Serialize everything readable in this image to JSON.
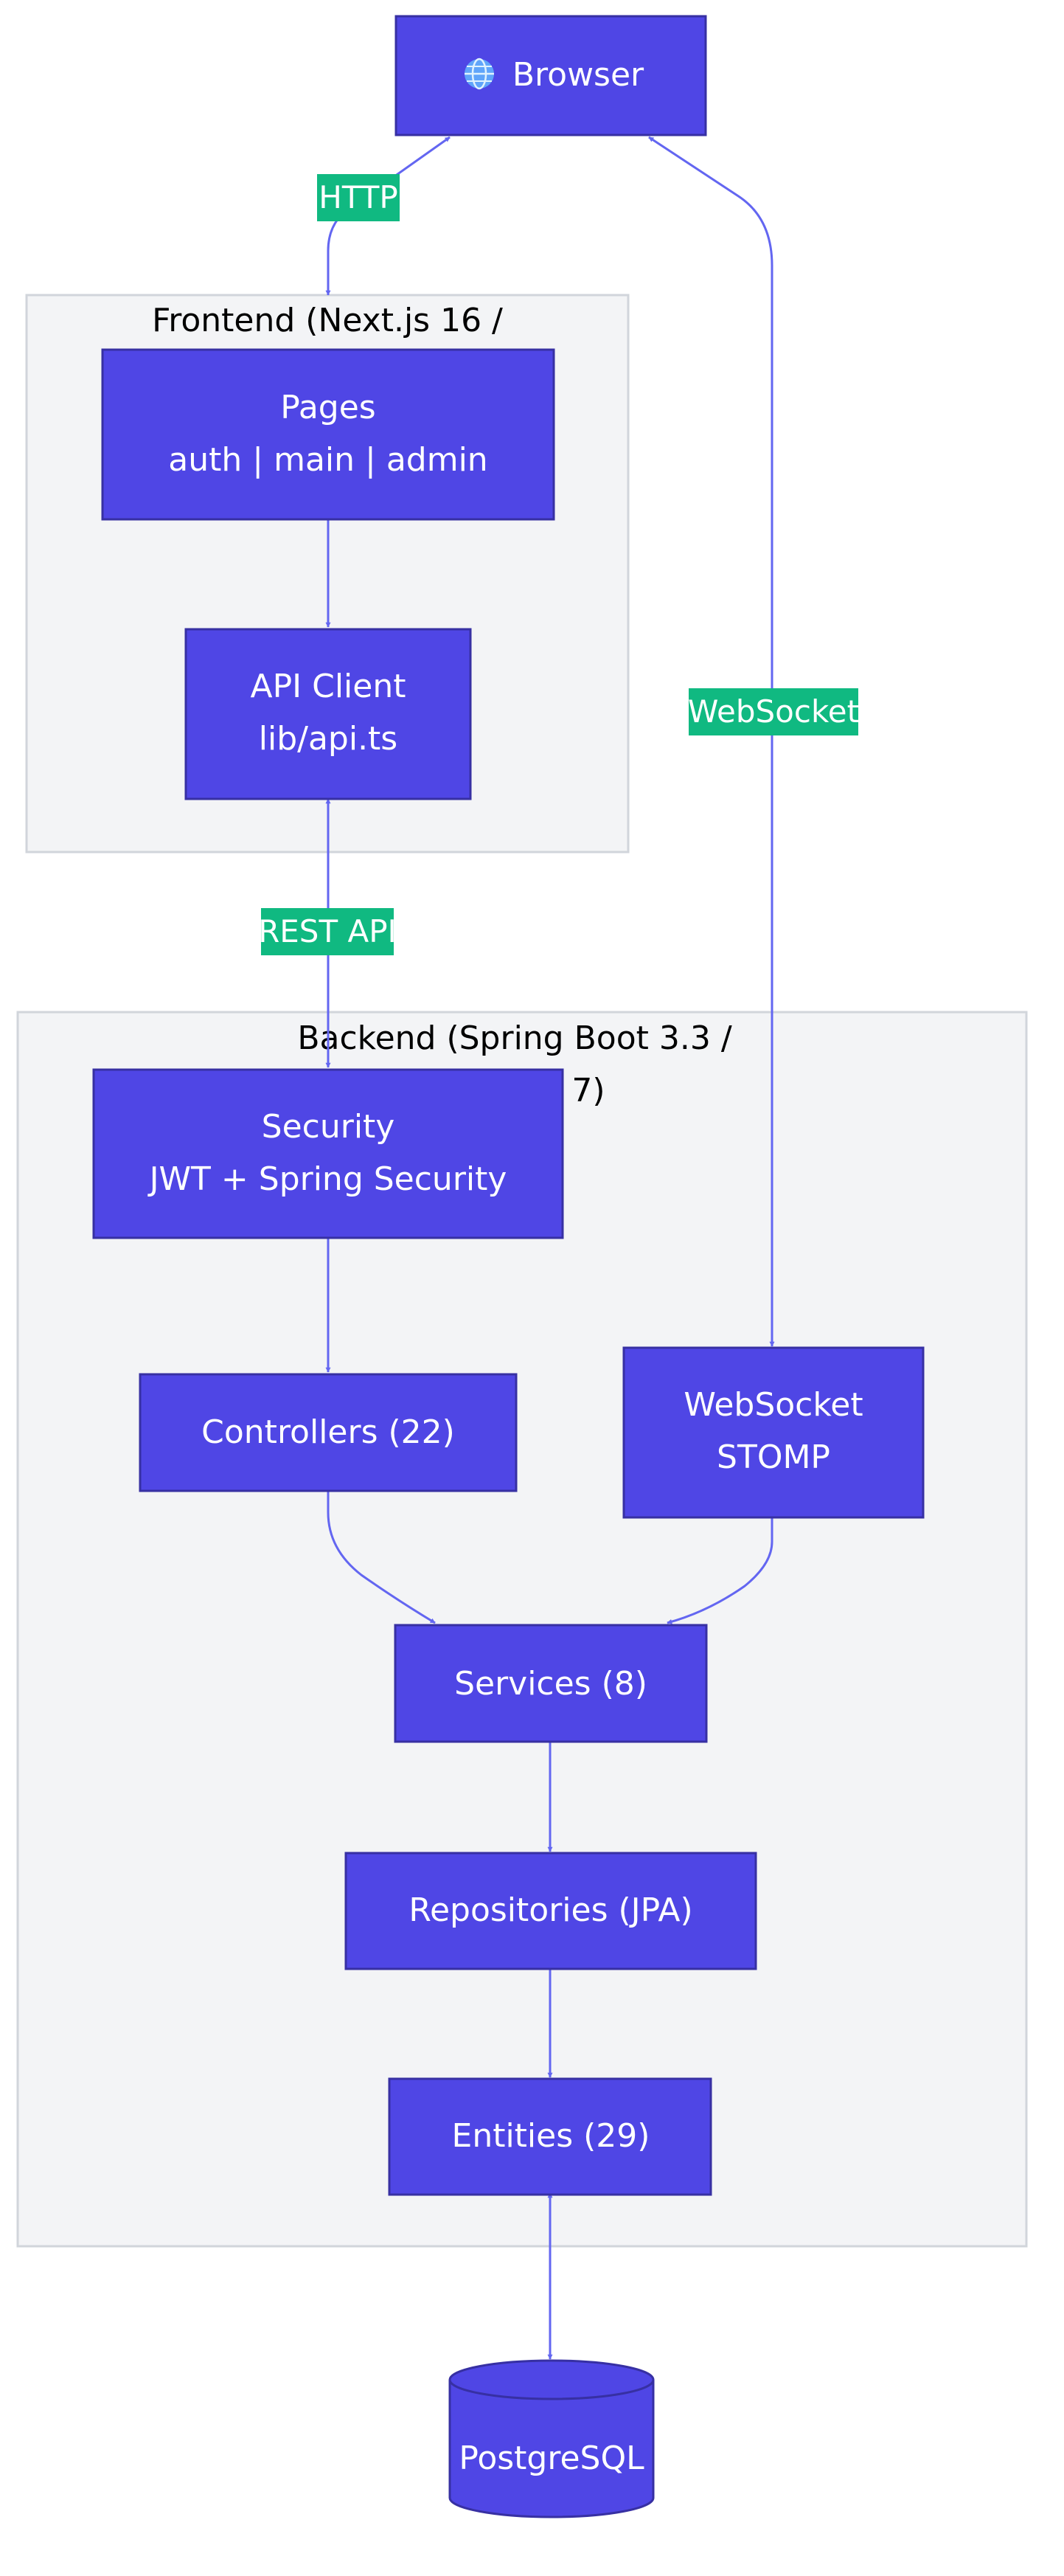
{
  "nodes": {
    "browser": {
      "label": "Browser",
      "icon": "globe-icon"
    },
    "pages": {
      "lines": [
        "Pages",
        "auth | main | admin"
      ]
    },
    "api_client": {
      "lines": [
        "API Client",
        "lib/api.ts"
      ]
    },
    "security": {
      "lines": [
        "Security",
        "JWT + Spring Security"
      ]
    },
    "controllers": {
      "label": "Controllers (22)"
    },
    "websocket": {
      "lines": [
        "WebSocket",
        "STOMP"
      ]
    },
    "services": {
      "label": "Services (8)"
    },
    "repositories": {
      "label": "Repositories (JPA)"
    },
    "entities": {
      "label": "Entities (29)"
    },
    "postgres": {
      "label": "PostgreSQL"
    }
  },
  "clusters": {
    "frontend": {
      "title": "Frontend (Next.js 16 /"
    },
    "backend": {
      "title_line1": "Backend (Spring Boot 3.3 /",
      "title_line2": "7)"
    }
  },
  "edge_labels": {
    "http": "HTTP",
    "rest_api": "REST API",
    "websocket": "WebSocket"
  },
  "colors": {
    "node_fill": "#4f46e5",
    "edge": "#6366f1",
    "edge_label_bg": "#10b981",
    "cluster_fill": "#f3f4f6"
  }
}
